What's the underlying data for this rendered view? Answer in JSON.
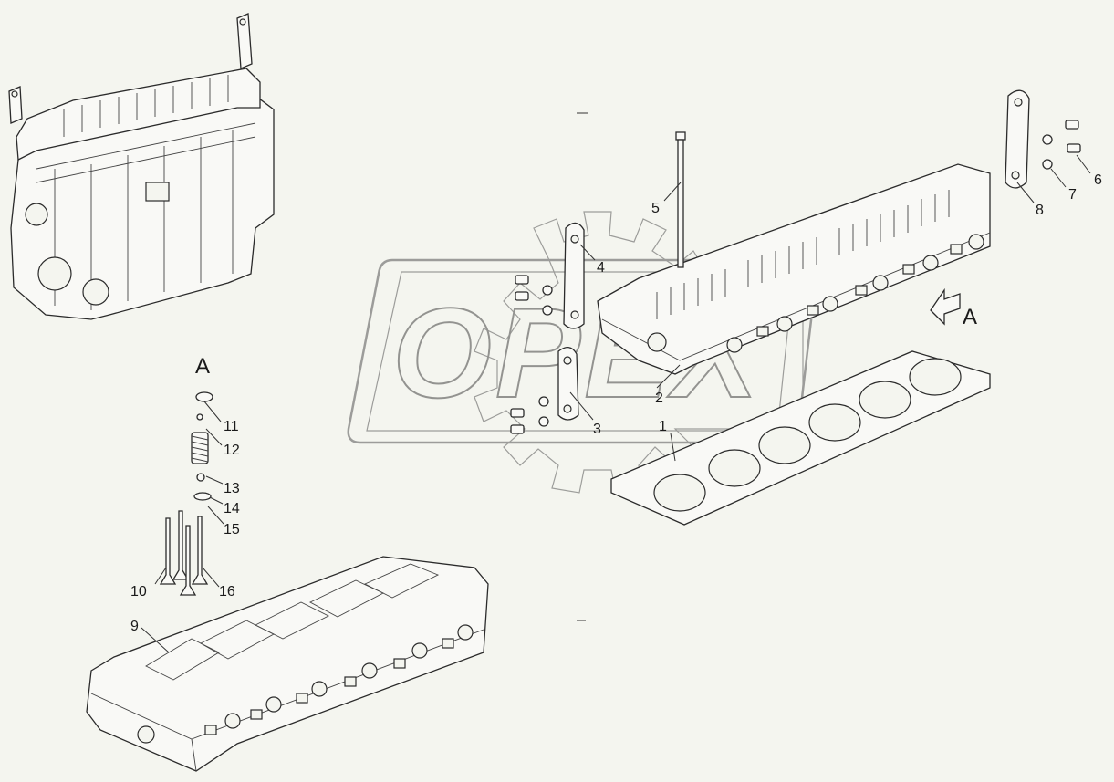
{
  "watermark": {
    "text": "OPEX"
  },
  "views": {
    "detail_marker": "A",
    "arrow_label": "A"
  },
  "callouts": [
    {
      "id": "c1",
      "text": "1"
    },
    {
      "id": "c2",
      "text": "2"
    },
    {
      "id": "c3",
      "text": "3"
    },
    {
      "id": "c4",
      "text": "4"
    },
    {
      "id": "c5",
      "text": "5"
    },
    {
      "id": "c6",
      "text": "6"
    },
    {
      "id": "c7",
      "text": "7"
    },
    {
      "id": "c8",
      "text": "8"
    },
    {
      "id": "c9",
      "text": "9"
    },
    {
      "id": "c10",
      "text": "10"
    },
    {
      "id": "c11",
      "text": "11"
    },
    {
      "id": "c12",
      "text": "12"
    },
    {
      "id": "c13",
      "text": "13"
    },
    {
      "id": "c14",
      "text": "14"
    },
    {
      "id": "c15",
      "text": "15"
    },
    {
      "id": "c16",
      "text": "16"
    }
  ]
}
